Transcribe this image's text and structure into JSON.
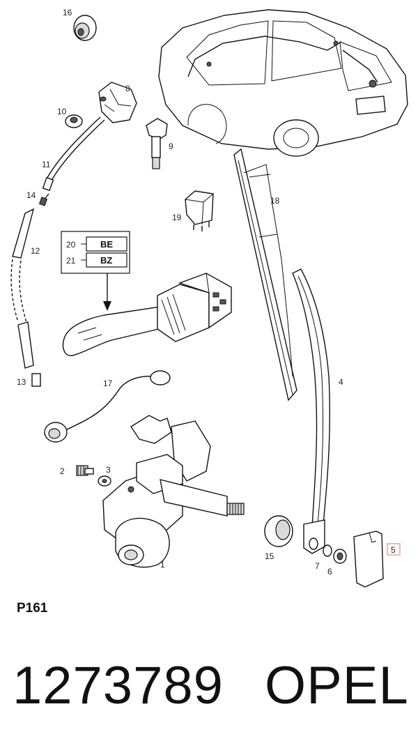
{
  "labels": {
    "p1": "1",
    "p2": "2",
    "p3": "3",
    "p4": "4",
    "p5": "5",
    "p6": "6",
    "p7": "7",
    "p8": "8",
    "p9": "9",
    "p10": "10",
    "p11": "11",
    "p12": "12",
    "p13": "13",
    "p14": "14",
    "p15": "15",
    "p16": "16",
    "p17": "17",
    "p18": "18",
    "p19": "19",
    "p20": "20",
    "p21": "21"
  },
  "codes": {
    "be": "BE",
    "bz": "BZ"
  },
  "page_code": "P161",
  "part_number": "1273789",
  "brand": "OPEL",
  "colors": {
    "highlight_box": "#e08a8a"
  }
}
